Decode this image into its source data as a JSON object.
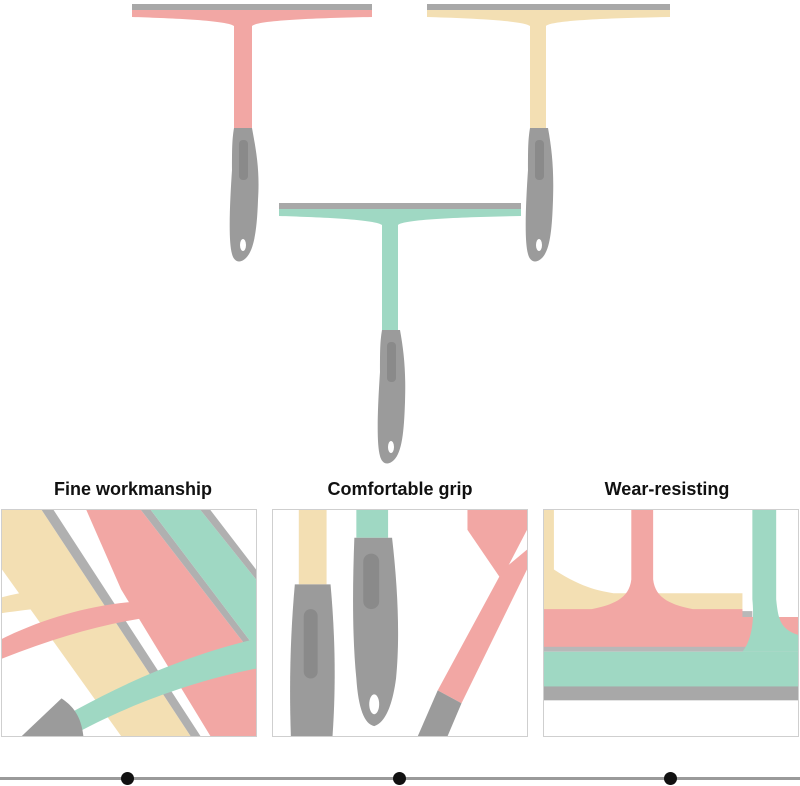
{
  "features": [
    {
      "title": "Fine workmanship"
    },
    {
      "title": "Comfortable grip"
    },
    {
      "title": "Wear-resisting"
    }
  ],
  "colors": {
    "pink": "#f2a7a4",
    "cream": "#f3dfb3",
    "mint": "#9fd8c3",
    "gray_handle": "#9b9b9b",
    "blade_gray": "#a8a8a8",
    "title_text": "#111111",
    "timeline_line": "#9a9a9a",
    "timeline_dot": "#111111"
  }
}
